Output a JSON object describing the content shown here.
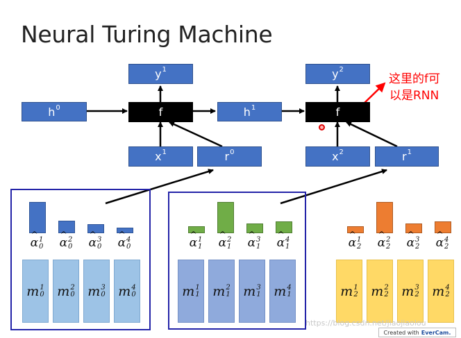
{
  "title": "Neural Turing Machine",
  "annotation": {
    "line1": "这里的f可",
    "line2": "以是RNN"
  },
  "watermark": "https://blog.csdn.net/jiaojiaolou",
  "evercam": {
    "prefix": "Created with",
    "brand": "EverCam."
  },
  "nodes": {
    "h0": {
      "base": "h",
      "sup": "0"
    },
    "h1": {
      "base": "h",
      "sup": "1"
    },
    "f1": {
      "base": "f"
    },
    "f2": {
      "base": "f"
    },
    "y1": {
      "base": "y",
      "sup": "1"
    },
    "y2": {
      "base": "y",
      "sup": "2"
    },
    "x1": {
      "base": "x",
      "sup": "1"
    },
    "x2": {
      "base": "x",
      "sup": "2"
    },
    "r0": {
      "base": "r",
      "sup": "0"
    },
    "r1": {
      "base": "r",
      "sup": "1"
    }
  },
  "colors": {
    "node": "#4472c4",
    "f": "#000000",
    "frame": "#2323a8",
    "arrow_red": "#ff0000",
    "alpha0": "#4472c4",
    "alpha1": "#70ad47",
    "alpha2": "#ed7d31",
    "mem0": "#9dc3e6",
    "mem1": "#8faadc",
    "mem2": "#ffd966"
  },
  "groups": [
    {
      "color": "blue",
      "framed": true,
      "alphas": [
        {
          "base": "α",
          "sup": "1",
          "sub": "0",
          "weight": 0.64
        },
        {
          "base": "α",
          "sup": "2",
          "sub": "0",
          "weight": 0.26
        },
        {
          "base": "α",
          "sup": "3",
          "sub": "0",
          "weight": 0.18
        },
        {
          "base": "α",
          "sup": "4",
          "sub": "0",
          "weight": 0.12
        }
      ],
      "memory": [
        {
          "base": "m",
          "sup": "1",
          "sub": "0"
        },
        {
          "base": "m",
          "sup": "2",
          "sub": "0"
        },
        {
          "base": "m",
          "sup": "3",
          "sub": "0"
        },
        {
          "base": "m",
          "sup": "4",
          "sub": "0"
        }
      ]
    },
    {
      "color": "green",
      "framed": true,
      "alphas": [
        {
          "base": "α",
          "sup": "1",
          "sub": "1",
          "weight": 0.14
        },
        {
          "base": "α",
          "sup": "2",
          "sub": "1",
          "weight": 0.64
        },
        {
          "base": "α",
          "sup": "3",
          "sub": "1",
          "weight": 0.2
        },
        {
          "base": "α",
          "sup": "4",
          "sub": "1",
          "weight": 0.24
        }
      ],
      "memory": [
        {
          "base": "m",
          "sup": "1",
          "sub": "1"
        },
        {
          "base": "m",
          "sup": "2",
          "sub": "1"
        },
        {
          "base": "m",
          "sup": "3",
          "sub": "1"
        },
        {
          "base": "m",
          "sup": "4",
          "sub": "1"
        }
      ]
    },
    {
      "color": "orange",
      "framed": false,
      "alphas": [
        {
          "base": "α",
          "sup": "1",
          "sub": "2",
          "weight": 0.14
        },
        {
          "base": "α",
          "sup": "2",
          "sub": "2",
          "weight": 0.64
        },
        {
          "base": "α",
          "sup": "3",
          "sub": "2",
          "weight": 0.2
        },
        {
          "base": "α",
          "sup": "4",
          "sub": "2",
          "weight": 0.24
        }
      ],
      "memory": [
        {
          "base": "m",
          "sup": "1",
          "sub": "2"
        },
        {
          "base": "m",
          "sup": "2",
          "sub": "2"
        },
        {
          "base": "m",
          "sup": "3",
          "sub": "2"
        },
        {
          "base": "m",
          "sup": "4",
          "sub": "2"
        }
      ]
    }
  ]
}
